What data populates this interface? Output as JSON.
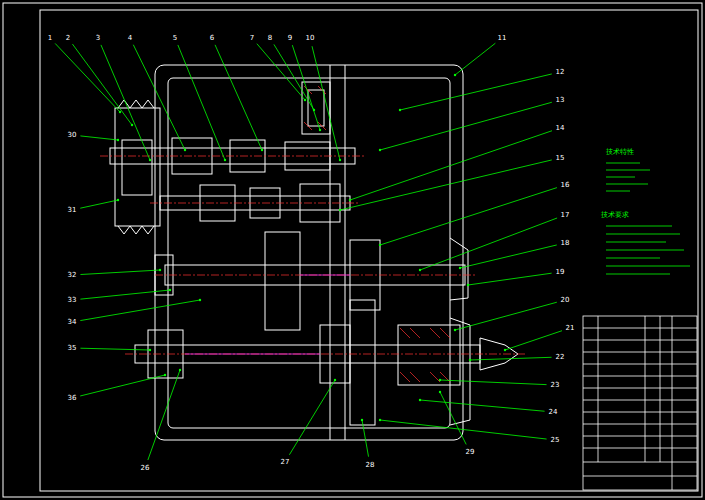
{
  "diagram": {
    "labels": [
      "1",
      "2",
      "3",
      "4",
      "5",
      "6",
      "7",
      "8",
      "9",
      "10",
      "11",
      "12",
      "13",
      "14",
      "15",
      "16",
      "17",
      "18",
      "19",
      "20",
      "21",
      "22",
      "23",
      "24",
      "25",
      "26",
      "27",
      "28",
      "29",
      "30",
      "31",
      "32",
      "33",
      "34",
      "35",
      "36",
      "技术特性",
      "技术要求"
    ]
  }
}
